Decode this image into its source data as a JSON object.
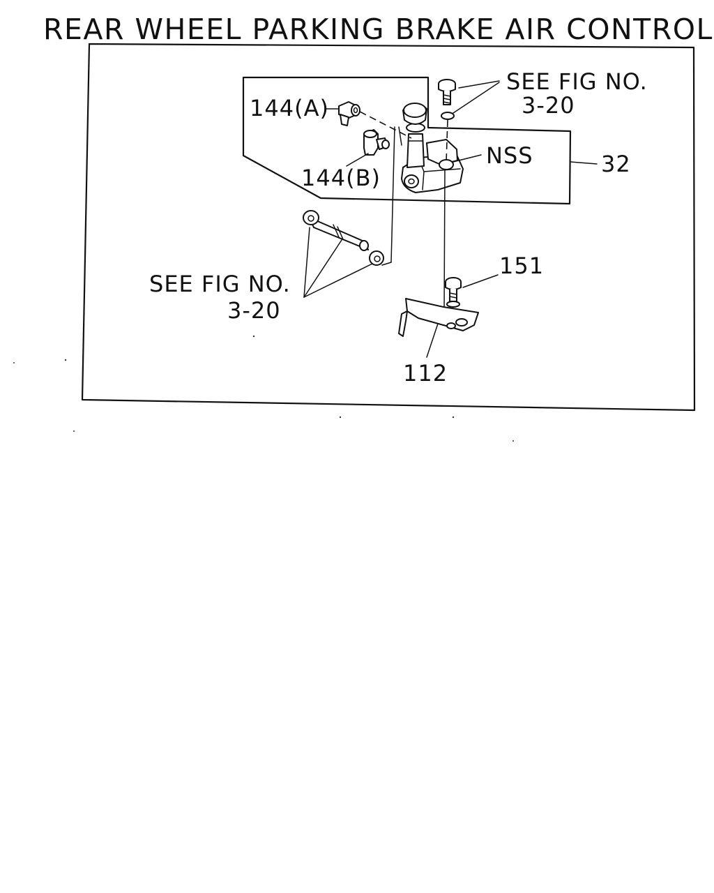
{
  "title": "REAR WHEEL PARKING BRAKE AIR CONTROL",
  "callouts": {
    "fitting_a": "144(A)",
    "fitting_b": "144(B)",
    "see_fig_top_line1": "SEE FIG NO.",
    "see_fig_top_line2": "3-20",
    "nss": "NSS",
    "valve_assembly": "32",
    "bolt": "151",
    "see_fig_left_line1": "SEE FIG NO.",
    "see_fig_left_line2": "3-20",
    "bracket": "112"
  },
  "colors": {
    "ink": "#111111",
    "paper": "#ffffff"
  }
}
